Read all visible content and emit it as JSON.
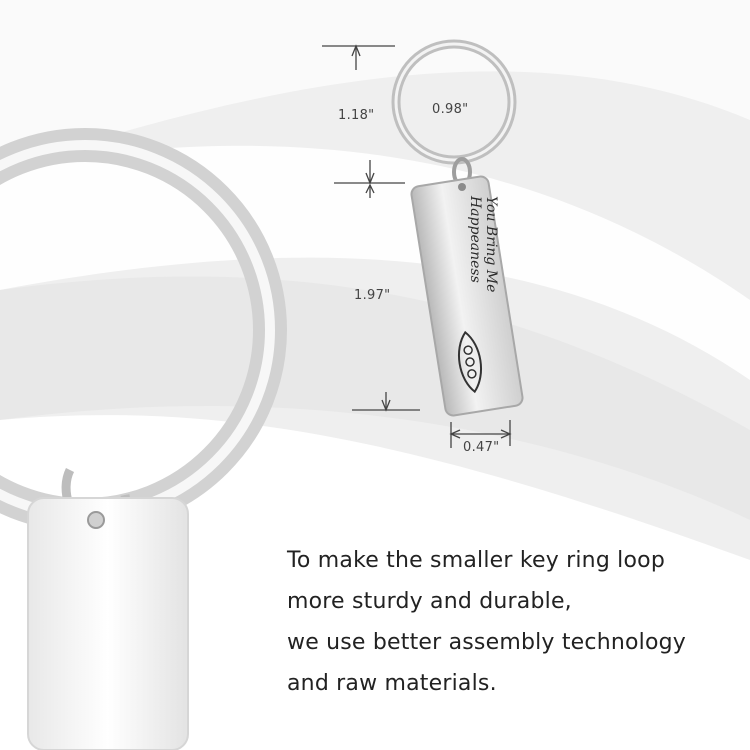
{
  "product": {
    "engraving": [
      "You Bring Me",
      "Happeaness"
    ]
  },
  "dimensions": {
    "ring_height": "1.18\"",
    "ring_inner_diameter": "0.98\"",
    "tag_length": "1.97\"",
    "tag_width": "0.47\""
  },
  "caption": {
    "lines": [
      "To make the smaller key ring loop",
      "more sturdy and durable,",
      "we use better assembly technology",
      "and raw materials."
    ]
  },
  "colors": {
    "background": "#f4f4f4",
    "metal": "#c8c8c8",
    "text": "#222222"
  }
}
